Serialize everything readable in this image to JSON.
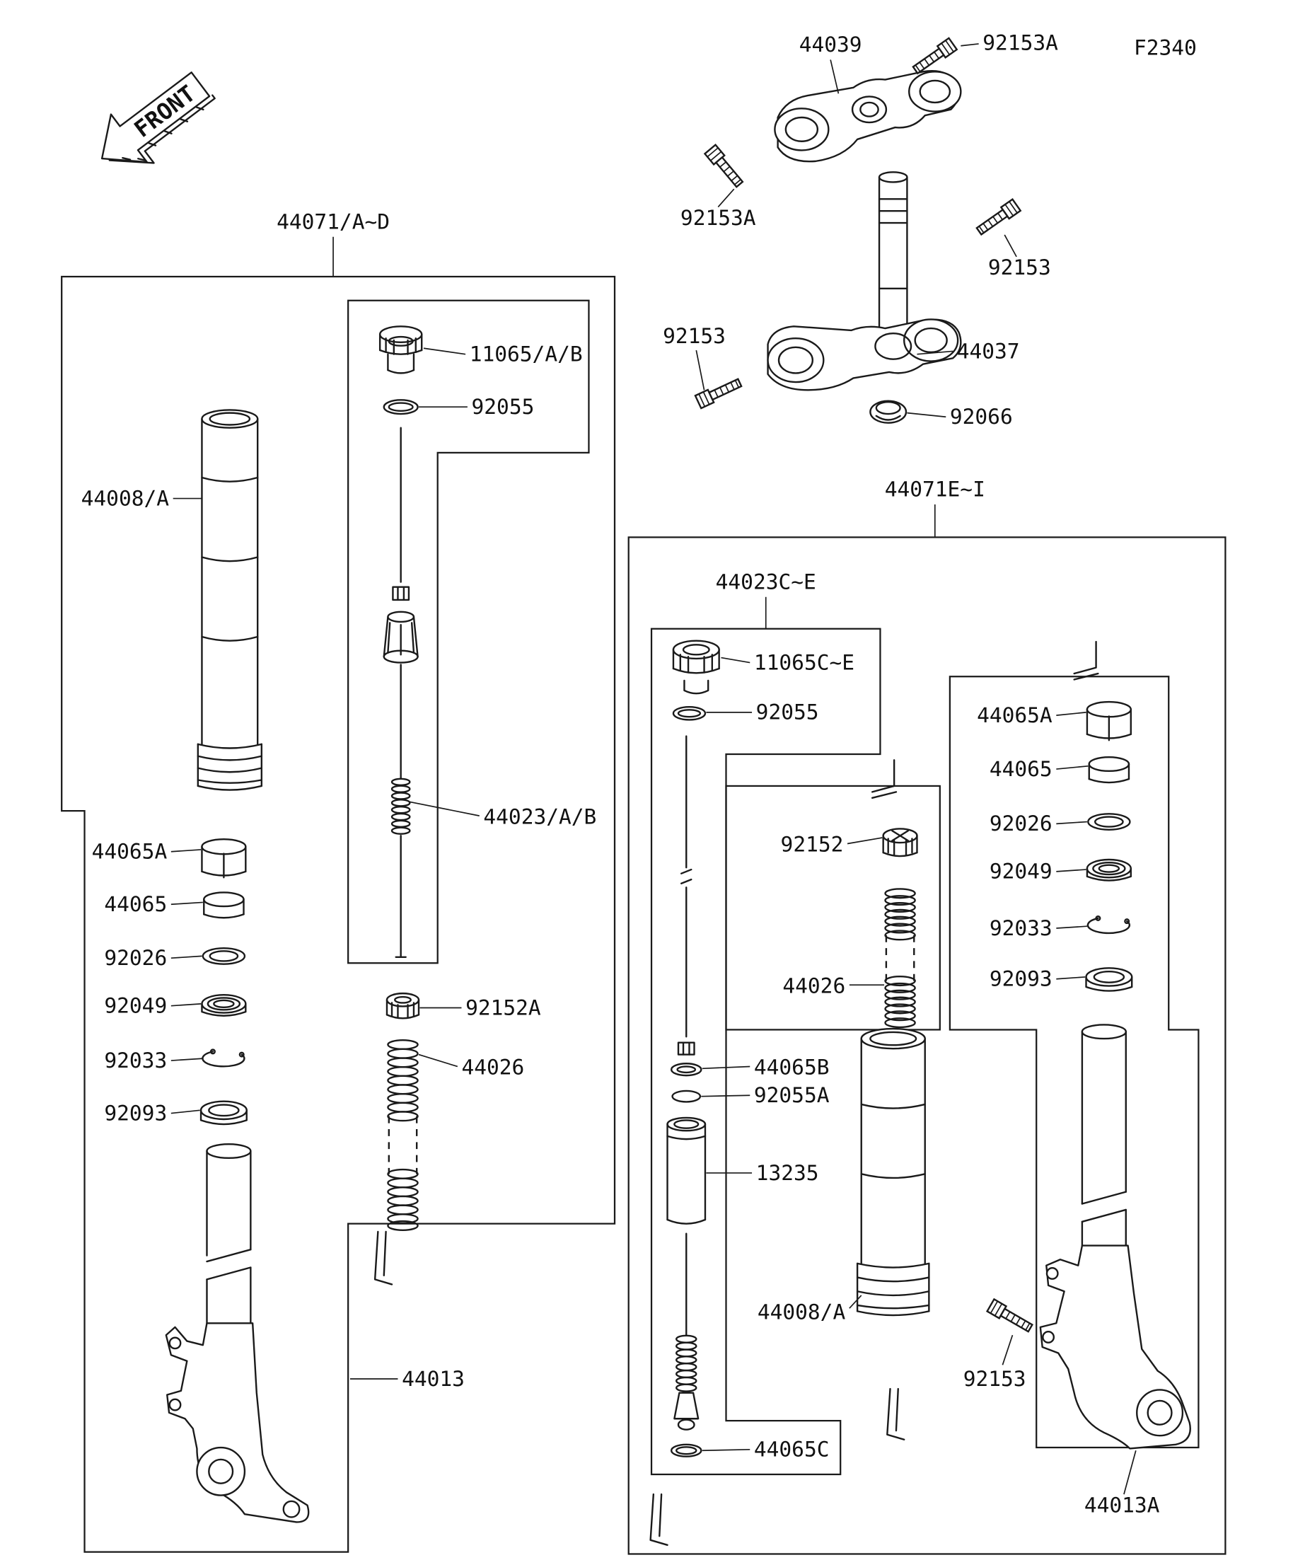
{
  "meta": {
    "diagram_code": "F2340",
    "front_label": "FRONT",
    "line_color": "#1a1a1a",
    "background": "#ffffff"
  },
  "parts": {
    "top_clamp": "44039",
    "bolt_top_right": "92153A",
    "bolt_upper_left": "92153A",
    "bolt_mid_right": "92153",
    "bolt_lower_left": "92153",
    "lower_clamp": "44037",
    "stem_cap": "92066",
    "left_assembly_group": "44071/A~D",
    "left_outer_tube": "44008/A",
    "left_fork_cap": "11065/A/B",
    "left_cap_o_ring": "92055",
    "left_damper_rod": "44023/A/B",
    "left_locknut": "92152A",
    "left_spring": "44026",
    "left_bushing_upper": "44065A",
    "left_bushing_lower": "44065",
    "left_washer": "92026",
    "left_oil_seal": "92049",
    "left_snap_ring": "92033",
    "left_dust_seal": "92093",
    "left_fork_leg": "44013",
    "right_assembly_group": "44071E~I",
    "right_damper_group": "44023C~E",
    "right_fork_cap": "11065C~E",
    "right_cap_o_ring": "92055",
    "right_locknut": "92152",
    "right_spring": "44026",
    "right_piston_ring": "44065B",
    "right_o_ring_a": "92055A",
    "right_cylinder": "13235",
    "right_inner_tube": "44008/A",
    "right_o_ring_c": "44065C",
    "right_bushing_upper": "44065A",
    "right_bushing_lower": "44065",
    "right_washer": "92026",
    "right_oil_seal": "92049",
    "right_snap_ring": "92033",
    "right_dust_seal": "92093",
    "bolt_bottom_right": "92153",
    "right_fork_leg": "44013A"
  }
}
